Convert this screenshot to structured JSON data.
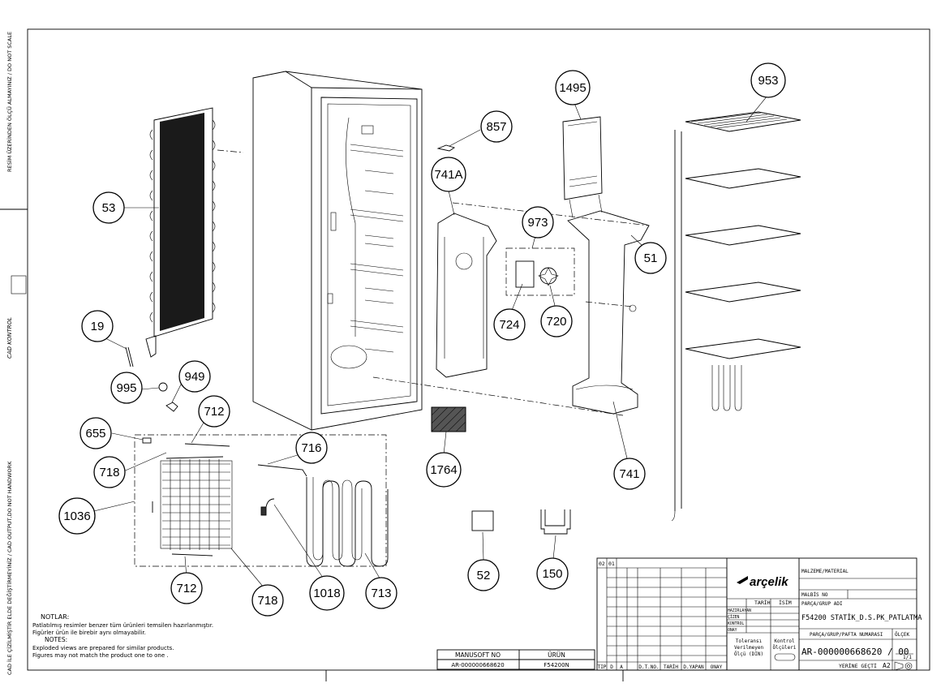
{
  "margin_notes": {
    "top": "RESİM ÜZERİNDEN ÖLÇÜ ALMAYINIZ / DO NOT SCALE",
    "middle": "CAD KONTROL",
    "bottom": "CAD İLE ÇİZİLMİŞTİR ELDE DEĞİŞTİRMEYİNİZ / CAD OUTPUT,DO NOT HANDWORK"
  },
  "callouts": [
    "53",
    "19",
    "995",
    "949",
    "655",
    "712",
    "718",
    "1036",
    "712",
    "718",
    "1018",
    "713",
    "716",
    "1764",
    "741A",
    "857",
    "1495",
    "973",
    "724",
    "720",
    "51",
    "741",
    "953",
    "52",
    "150"
  ],
  "notes": {
    "heading_tr": "NOTLAR:",
    "line1_tr": "Patlatılmış   resimler benzer tüm ürünleri temsilen   hazırlanmıştır.",
    "line2_tr": "Figürler ürün ile birebir aynı olmayabilir.",
    "heading_en": "NOTES:",
    "line1_en": "Exploded views are prepared for similar products.",
    "line2_en": "Figures   may not match the product one to one ."
  },
  "manusoft_box": {
    "col1_header": "MANUSOFT NO",
    "col2_header": "ÜRÜN",
    "col1_value": "AR-000000668620",
    "col2_value": "F54200N"
  },
  "title_block": {
    "rev_headers": [
      "02",
      "01"
    ],
    "rev_cols": [
      "TIP",
      "D",
      "A",
      "D.T.NO.",
      "TARİH",
      "D.YAPAN",
      "ONAY"
    ],
    "brand": "arçelik",
    "date_header": "TARİH",
    "name_header": "İSİM",
    "role_rows": [
      "HAZIRLAYAN",
      "ÇİZEN",
      "KONTROL",
      "ONAY"
    ],
    "tolerance_label": "Toleransı\nVerilmeyen\nÖlçü (DIN)",
    "control_label": "Kontrol\nÖlçüleri",
    "material_label": "MALZEME/MATERIAL",
    "model_label": "MALBİS NO",
    "group_label": "PARÇA/GRUP ADI",
    "group_value": "F54200 STATİK_D.S.PK_PATLATMA",
    "part_no_label": "PARÇA/GRUP/PAFTA NUMARASI",
    "scale_label": "ÖLÇEK",
    "part_no_value": "AR-000000668620 / 00",
    "scale_value": "1/1",
    "replaced_label": "YERİNE GEÇTİ",
    "sheet_size": "A2"
  }
}
